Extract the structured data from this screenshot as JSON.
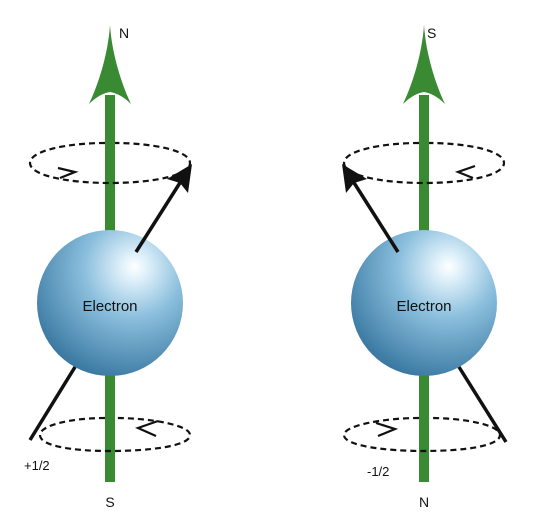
{
  "diagrams": [
    {
      "sphere_label": "Electron",
      "top_pole": "N",
      "bottom_pole": "S",
      "spin_label": "+1/2"
    },
    {
      "sphere_label": "Electron",
      "top_pole": "S",
      "bottom_pole": "N",
      "spin_label": "-1/2"
    }
  ],
  "colors": {
    "field_arrow": "#3a8a33",
    "sphere_light": "#e6f3fb",
    "sphere_mid": "#7fb3d2",
    "sphere_dark": "#3c7aa3",
    "axis_line": "#111111",
    "background": "#ffffff"
  }
}
